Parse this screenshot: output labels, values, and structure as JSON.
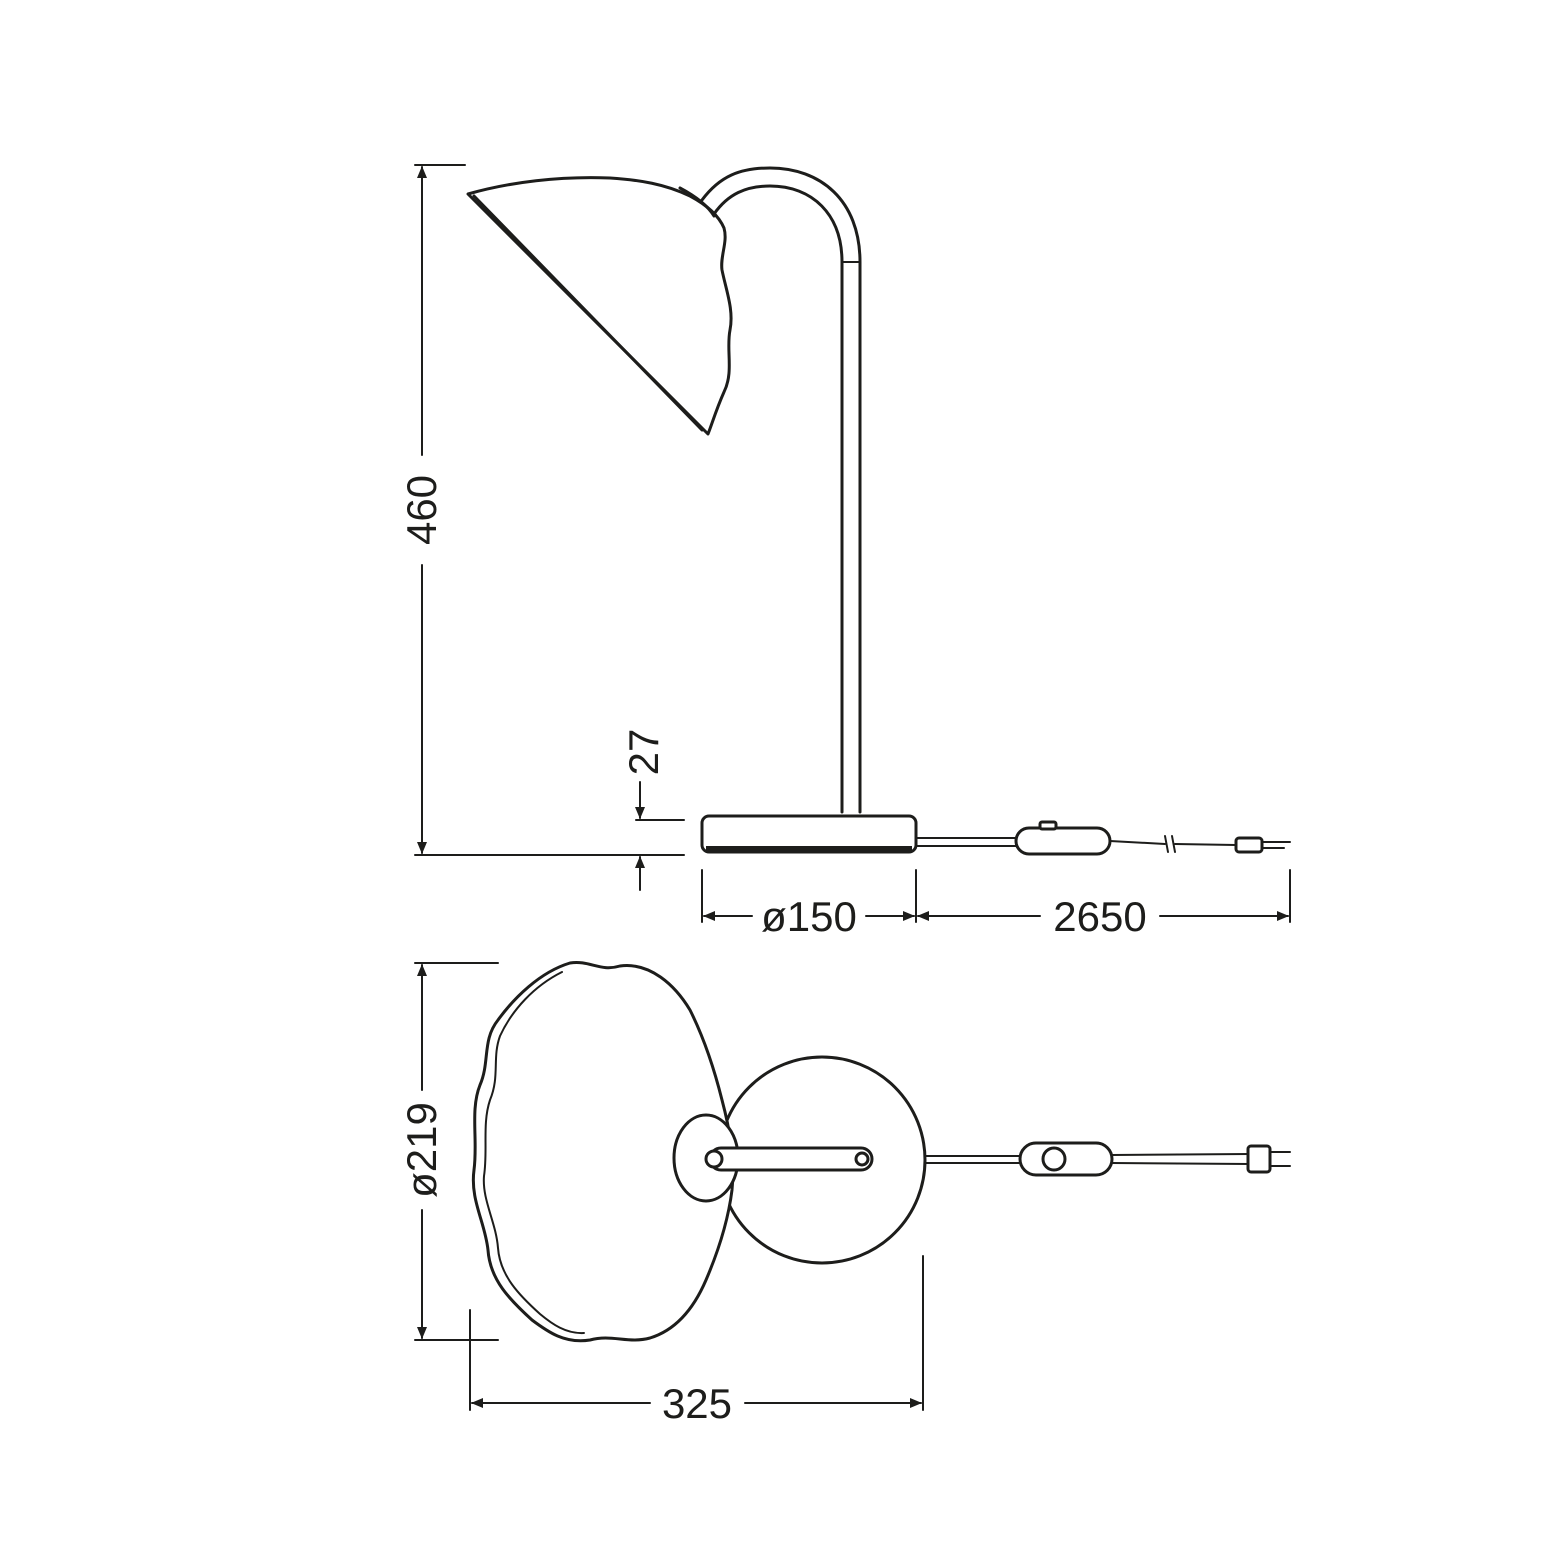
{
  "dimensions": {
    "height_total": "460",
    "base_height": "27",
    "base_diameter": "ø150",
    "cable_length": "2650",
    "shade_diameter": "ø219",
    "overall_length": "325"
  },
  "colors": {
    "line": "#1d1d1b",
    "background": "#ffffff"
  }
}
